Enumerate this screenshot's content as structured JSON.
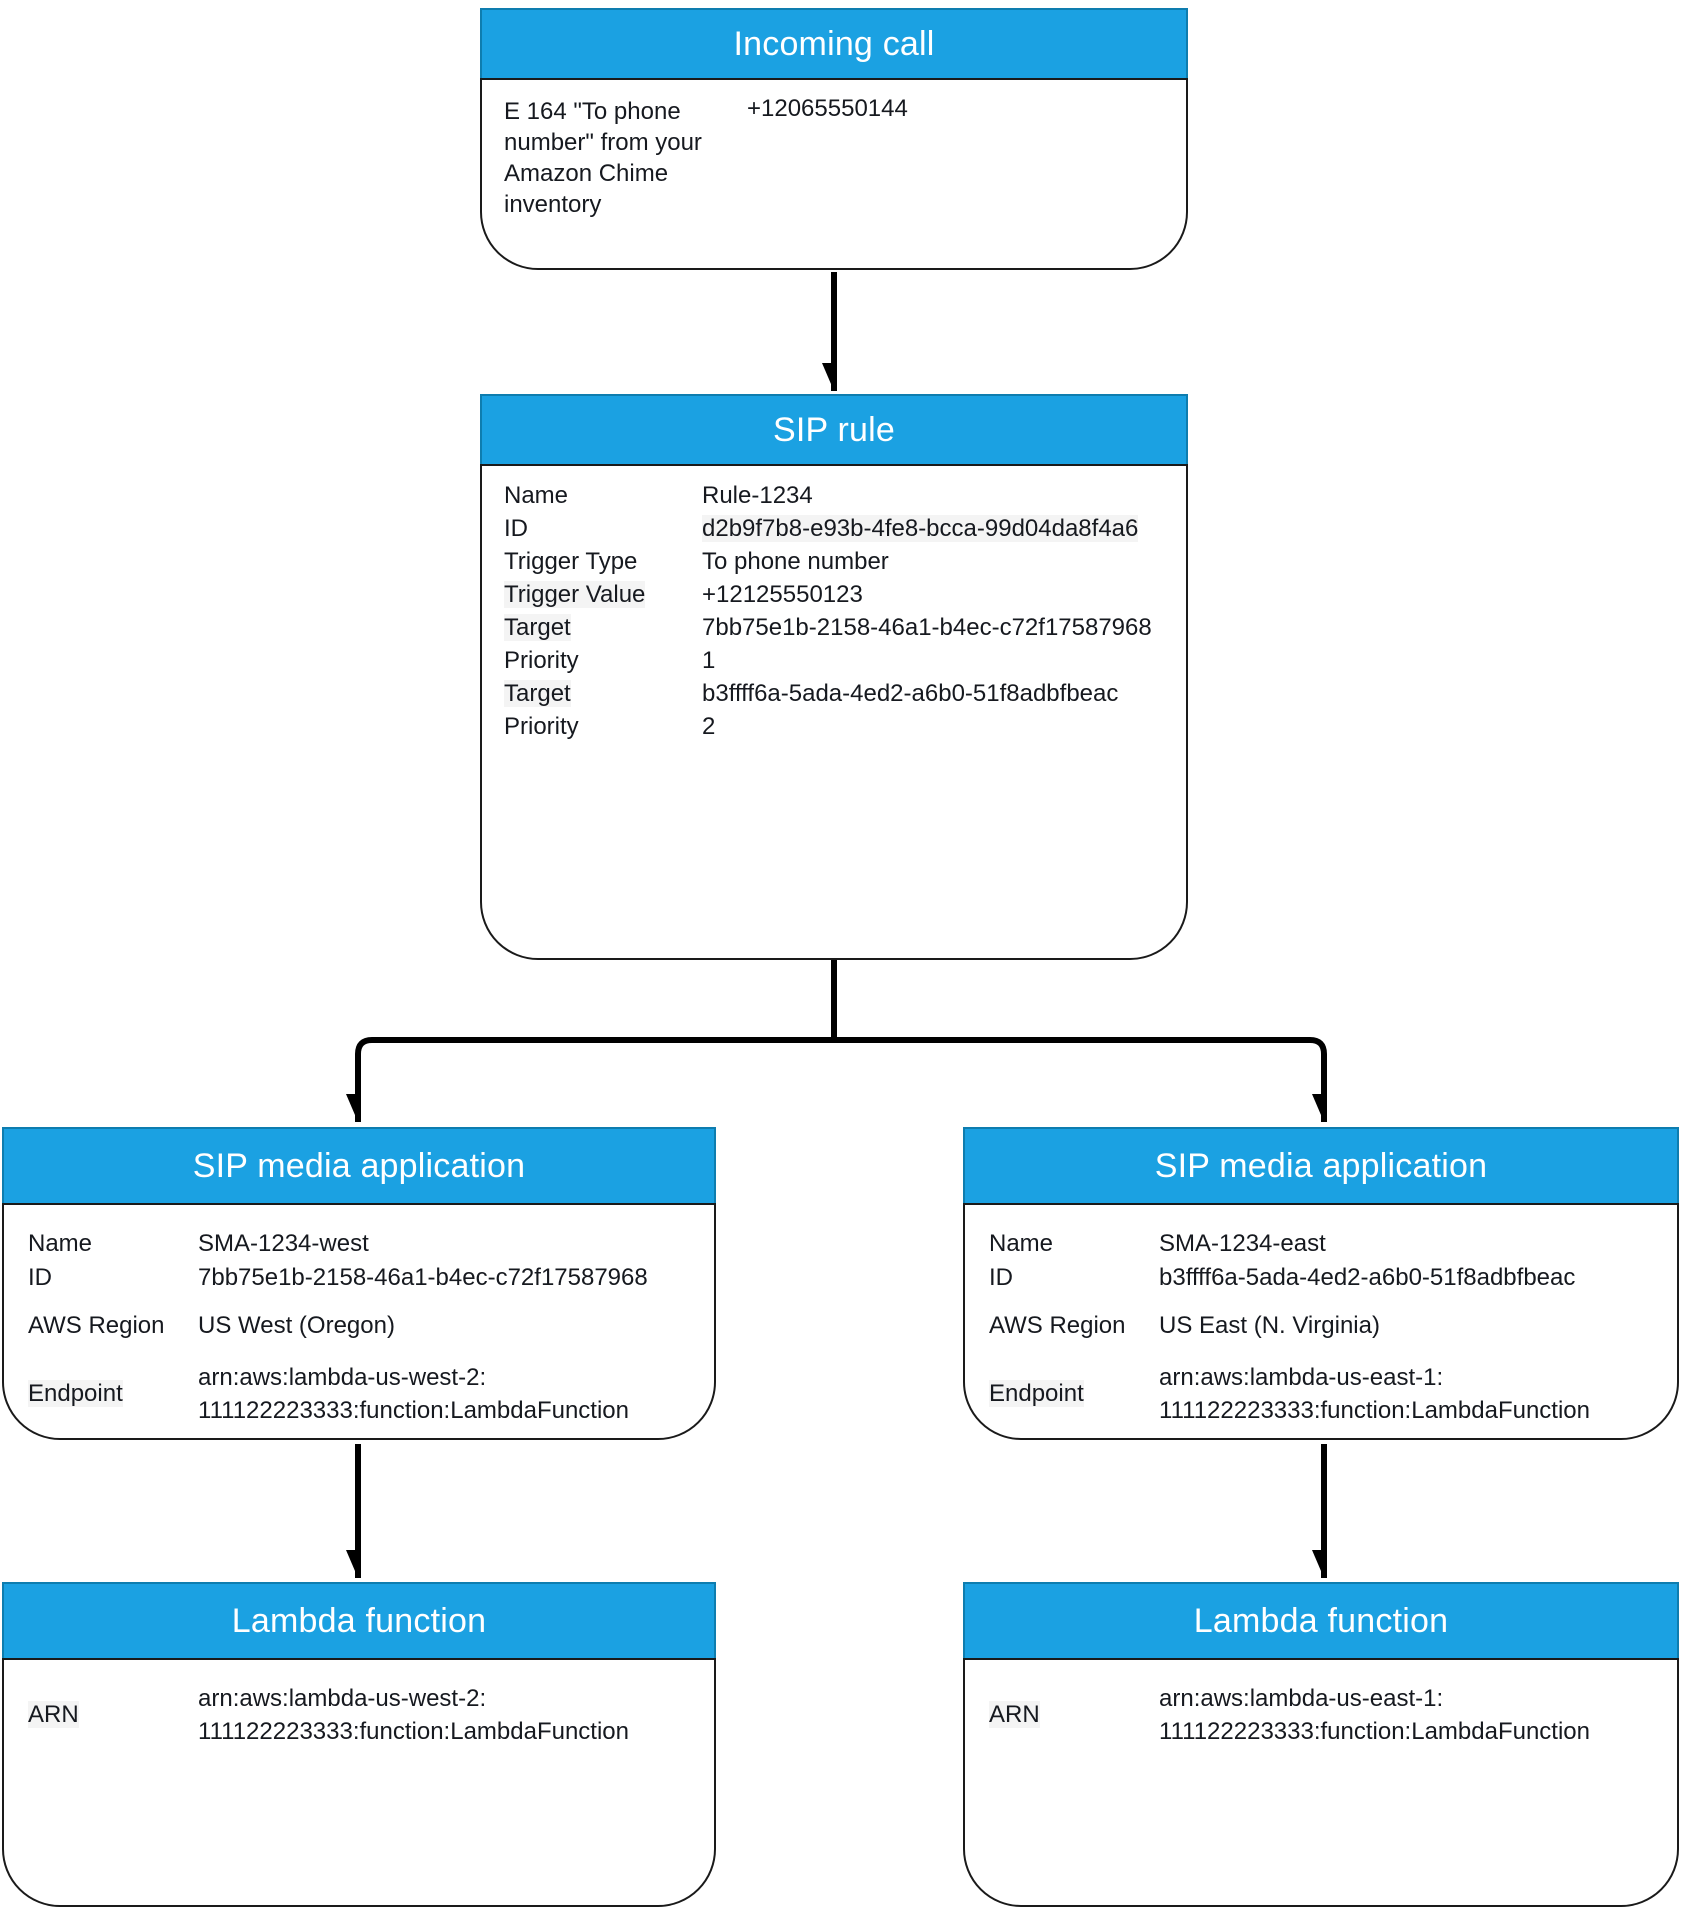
{
  "colors": {
    "header_bg": "#1BA1E2",
    "header_stroke": "#0E7DAF",
    "box_border": "#1a1a1a",
    "arrow": "#000000",
    "text": "#16191f"
  },
  "nodes": {
    "incoming_call": {
      "title": "Incoming call",
      "rows": [
        {
          "label": "E 164 \"To phone number\" from your Amazon Chime inventory",
          "value": "+12065550144"
        }
      ]
    },
    "sip_rule": {
      "title": "SIP rule",
      "rows": [
        {
          "label": "Name",
          "value": "Rule-1234"
        },
        {
          "label": "ID",
          "value": "d2b9f7b8-e93b-4fe8-bcca-99d04da8f4a6"
        },
        {
          "label": "Trigger Type",
          "value": "To phone number"
        },
        {
          "label": "Trigger Value",
          "value": "+12125550123"
        },
        {
          "label": "Target",
          "value": "7bb75e1b-2158-46a1-b4ec-c72f17587968"
        },
        {
          "label": "Priority",
          "value": "1"
        },
        {
          "label": "Target",
          "value": "b3ffff6a-5ada-4ed2-a6b0-51f8adbfbeac"
        },
        {
          "label": "Priority",
          "value": "2"
        }
      ]
    },
    "sma_west": {
      "title": "SIP media application",
      "rows": [
        {
          "label": "Name",
          "value": "SMA-1234-west"
        },
        {
          "label": "ID",
          "value": "7bb75e1b-2158-46a1-b4ec-c72f17587968"
        },
        {
          "label": "AWS Region",
          "value": "US West (Oregon)"
        },
        {
          "label": "Endpoint",
          "value": "arn:aws:lambda-us-west-2:\n111122223333:function:LambdaFunction"
        }
      ]
    },
    "sma_east": {
      "title": "SIP media application",
      "rows": [
        {
          "label": "Name",
          "value": "SMA-1234-east"
        },
        {
          "label": "ID",
          "value": "b3ffff6a-5ada-4ed2-a6b0-51f8adbfbeac"
        },
        {
          "label": "AWS Region",
          "value": "US East (N. Virginia)"
        },
        {
          "label": "Endpoint",
          "value": "arn:aws:lambda-us-east-1:\n111122223333:function:LambdaFunction"
        }
      ]
    },
    "lambda_west": {
      "title": "Lambda function",
      "rows": [
        {
          "label": "ARN",
          "value": "arn:aws:lambda-us-west-2:\n111122223333:function:LambdaFunction"
        }
      ]
    },
    "lambda_east": {
      "title": "Lambda function",
      "rows": [
        {
          "label": "ARN",
          "value": "arn:aws:lambda-us-east-1:\n111122223333:function:LambdaFunction"
        }
      ]
    }
  }
}
